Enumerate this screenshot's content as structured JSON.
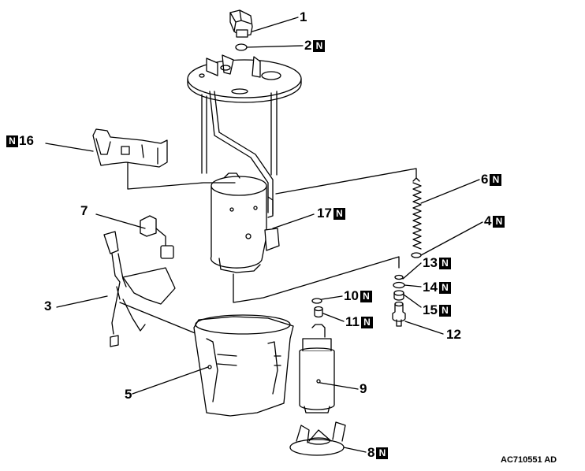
{
  "new_part_mark": "N",
  "document_code": "AC710551 AD",
  "callouts": [
    {
      "id": "1",
      "new_part": false
    },
    {
      "id": "2",
      "new_part": true
    },
    {
      "id": "3",
      "new_part": false
    },
    {
      "id": "4",
      "new_part": true
    },
    {
      "id": "5",
      "new_part": false
    },
    {
      "id": "6",
      "new_part": true
    },
    {
      "id": "7",
      "new_part": false
    },
    {
      "id": "8",
      "new_part": true
    },
    {
      "id": "9",
      "new_part": false
    },
    {
      "id": "10",
      "new_part": true
    },
    {
      "id": "11",
      "new_part": true
    },
    {
      "id": "12",
      "new_part": false
    },
    {
      "id": "13",
      "new_part": true
    },
    {
      "id": "14",
      "new_part": true
    },
    {
      "id": "15",
      "new_part": true
    },
    {
      "id": "16",
      "new_part": true
    },
    {
      "id": "17",
      "new_part": true
    }
  ]
}
